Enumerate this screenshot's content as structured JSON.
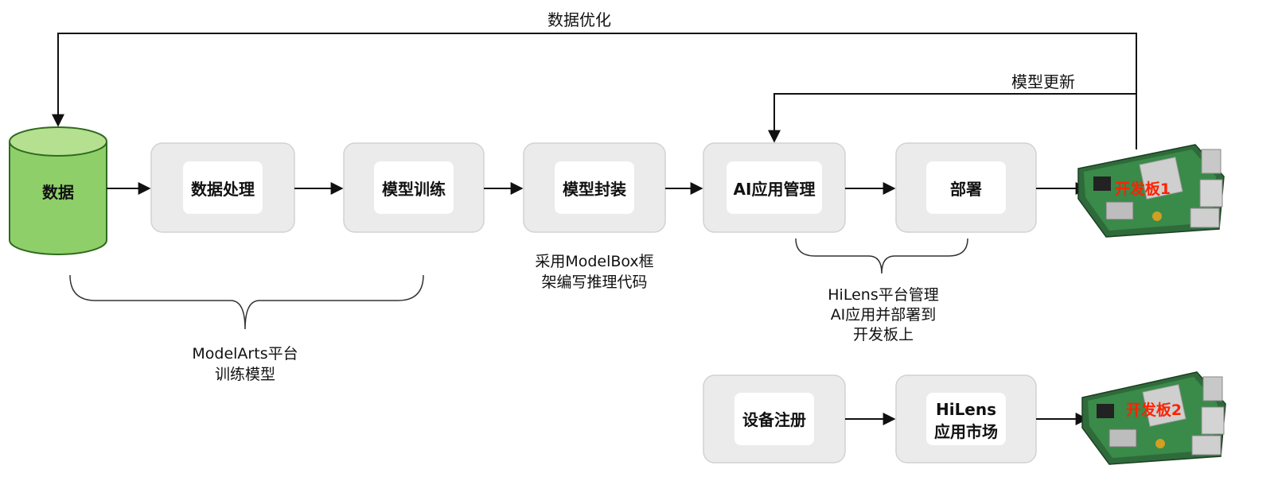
{
  "nodes": {
    "data": "数据",
    "data_processing": "数据处理",
    "model_training": "模型训练",
    "model_packaging": "模型封装",
    "ai_app_management": "AI应用管理",
    "deploy": "部署",
    "device_register": "设备注册",
    "hilens_market_line1": "HiLens",
    "hilens_market_line2": "应用市场"
  },
  "boards": {
    "board1": "开发板1",
    "board2": "开发板2"
  },
  "flows": {
    "data_optimization": "数据优化",
    "model_update": "模型更新"
  },
  "notes": {
    "modelbox_line1": "采用ModelBox框",
    "modelbox_line2": "架编写推理代码",
    "modelarts_line1": "ModelArts平台",
    "modelarts_line2": "训练模型",
    "hilens_line1": "HiLens平台管理",
    "hilens_line2": "AI应用并部署到",
    "hilens_line3": "开发板上"
  },
  "colors": {
    "cylinder_fill": "#8fcf6a",
    "cylinder_top": "#b5e08f",
    "board_label": "#ff2200"
  }
}
